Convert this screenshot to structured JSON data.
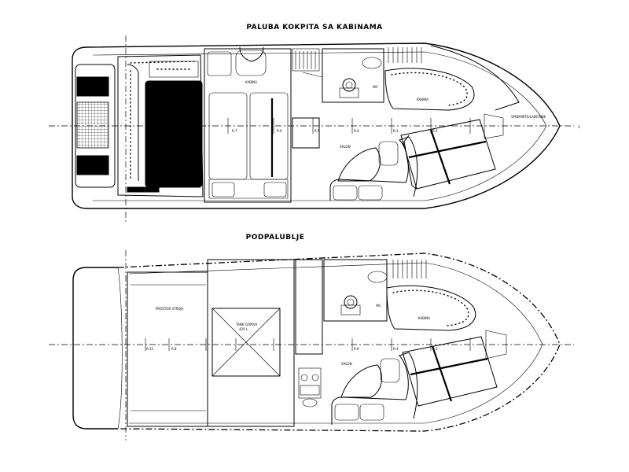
{
  "upper_plan": {
    "title": "PALUBA KOKPITA SA KABINAMA",
    "labels": {
      "kabina_1": "KABINA",
      "kabina_2": "KABINA",
      "wc": "WC",
      "salon": "SALON",
      "spremiste": "SPREMIŠTE/LANČANIK",
      "station_1": "R-7",
      "station_2": "R-6",
      "station_3": "R-5",
      "station_4": "R-4",
      "station_5": "R-3",
      "station_6": "R-2"
    }
  },
  "lower_plan": {
    "title": "PODPALUBLJE",
    "labels": {
      "prostor_stroja": "PROSTOR STROJA",
      "tank": "TANK GORIVA",
      "tank_sub": "420 L",
      "kabina": "KABINA",
      "wc": "WC",
      "salon": "SALON",
      "station_1": "R-11",
      "station_2": "R-8",
      "station_3": "R-6",
      "station_4": "R-4",
      "station_5": "R-3"
    }
  }
}
